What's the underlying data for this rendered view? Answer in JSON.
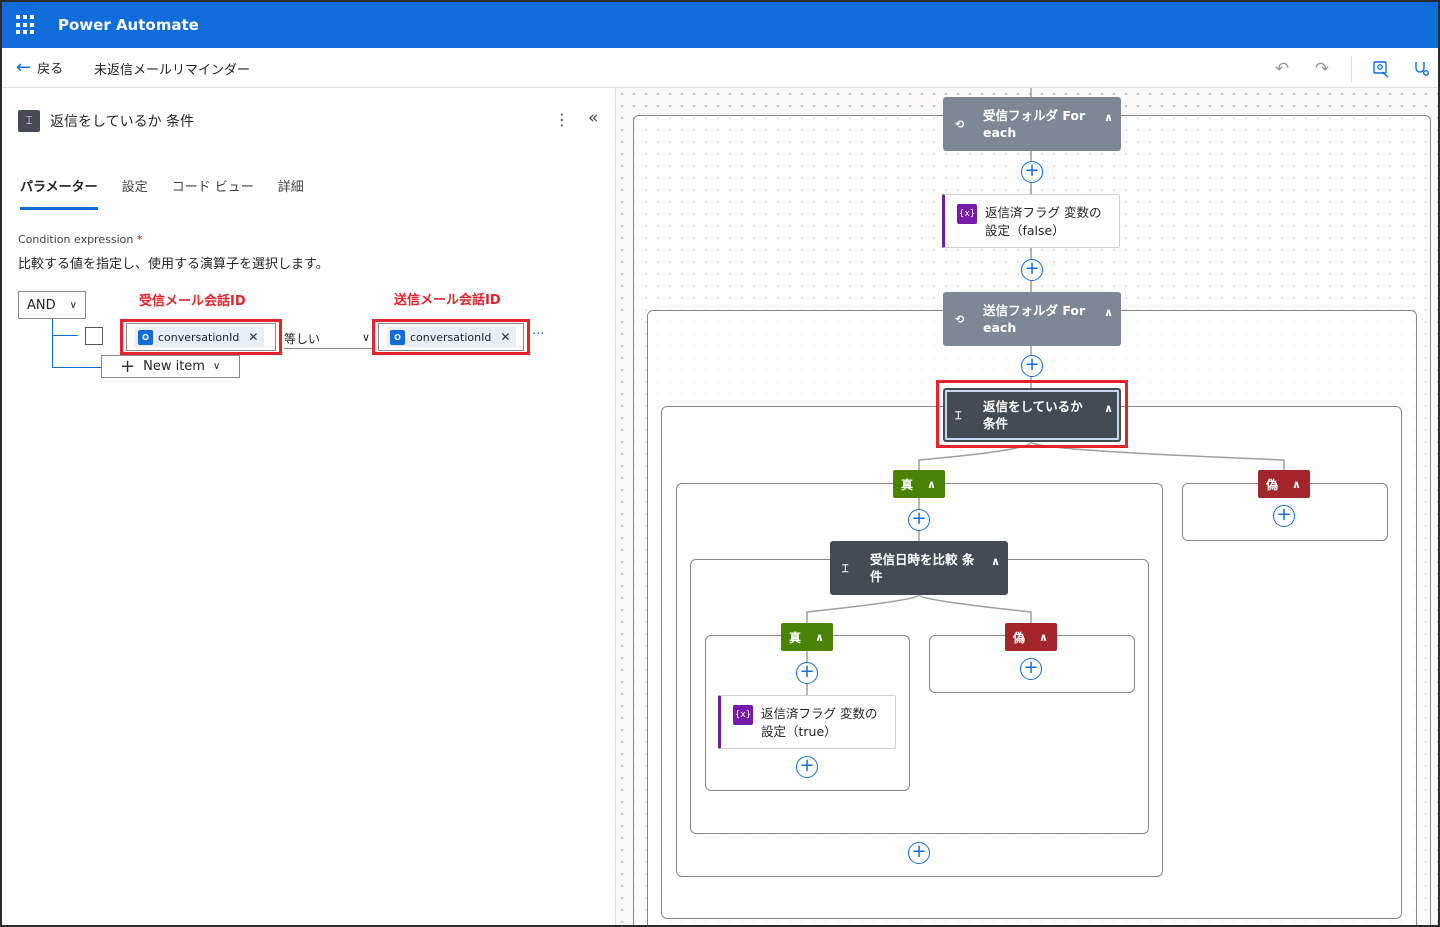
{
  "app": {
    "title": "Power Automate"
  },
  "commandbar": {
    "back_label": "戻る",
    "flow_name": "未返信メールリマインダー"
  },
  "panel": {
    "title": "返信をしているか 条件",
    "tabs": [
      "パラメーター",
      "設定",
      "コード ビュー",
      "詳細"
    ],
    "active_tab": "パラメーター",
    "condition_label": "Condition expression",
    "required_mark": "*",
    "condition_desc": "比較する値を指定し、使用する演算子を選択します。",
    "group_operator": "AND",
    "row": {
      "left_token": "conversationId",
      "operator": "等しい",
      "right_token": "conversationId"
    },
    "new_item_label": "New item",
    "annotations": {
      "left": "受信メール会話ID",
      "right": "送信メール会話ID"
    }
  },
  "canvas": {
    "nodes": {
      "foreach_inbox": "受信フォルダ For each",
      "set_var_false": "返信済フラグ 変数の 設定（false）",
      "foreach_sent": "送信フォルダ For each",
      "cond_replied": "返信をしているか 条件",
      "cond_date": "受信日時を比較 条 件",
      "set_var_true": "返信済フラグ 変数の 設定（true）"
    },
    "branch_true_label": "真",
    "branch_false_label": "偽"
  },
  "colors": {
    "appbar": "#0f6cdb",
    "foreach_node": "#7e8795",
    "condition_node": "#444b55",
    "branch_true": "#498205",
    "branch_false": "#a4262c",
    "variable_accent": "#7719aa",
    "annotation_red": "#e4232c"
  },
  "icons": [
    "waffle-icon",
    "back-arrow-icon",
    "undo-icon",
    "redo-icon",
    "flow-checker-icon",
    "test-icon",
    "condition-icon",
    "more-icon",
    "collapse-icon",
    "outlook-icon",
    "variable-icon",
    "loop-icon",
    "plus-icon",
    "chevron-up-icon",
    "chevron-down-icon",
    "close-icon"
  ]
}
